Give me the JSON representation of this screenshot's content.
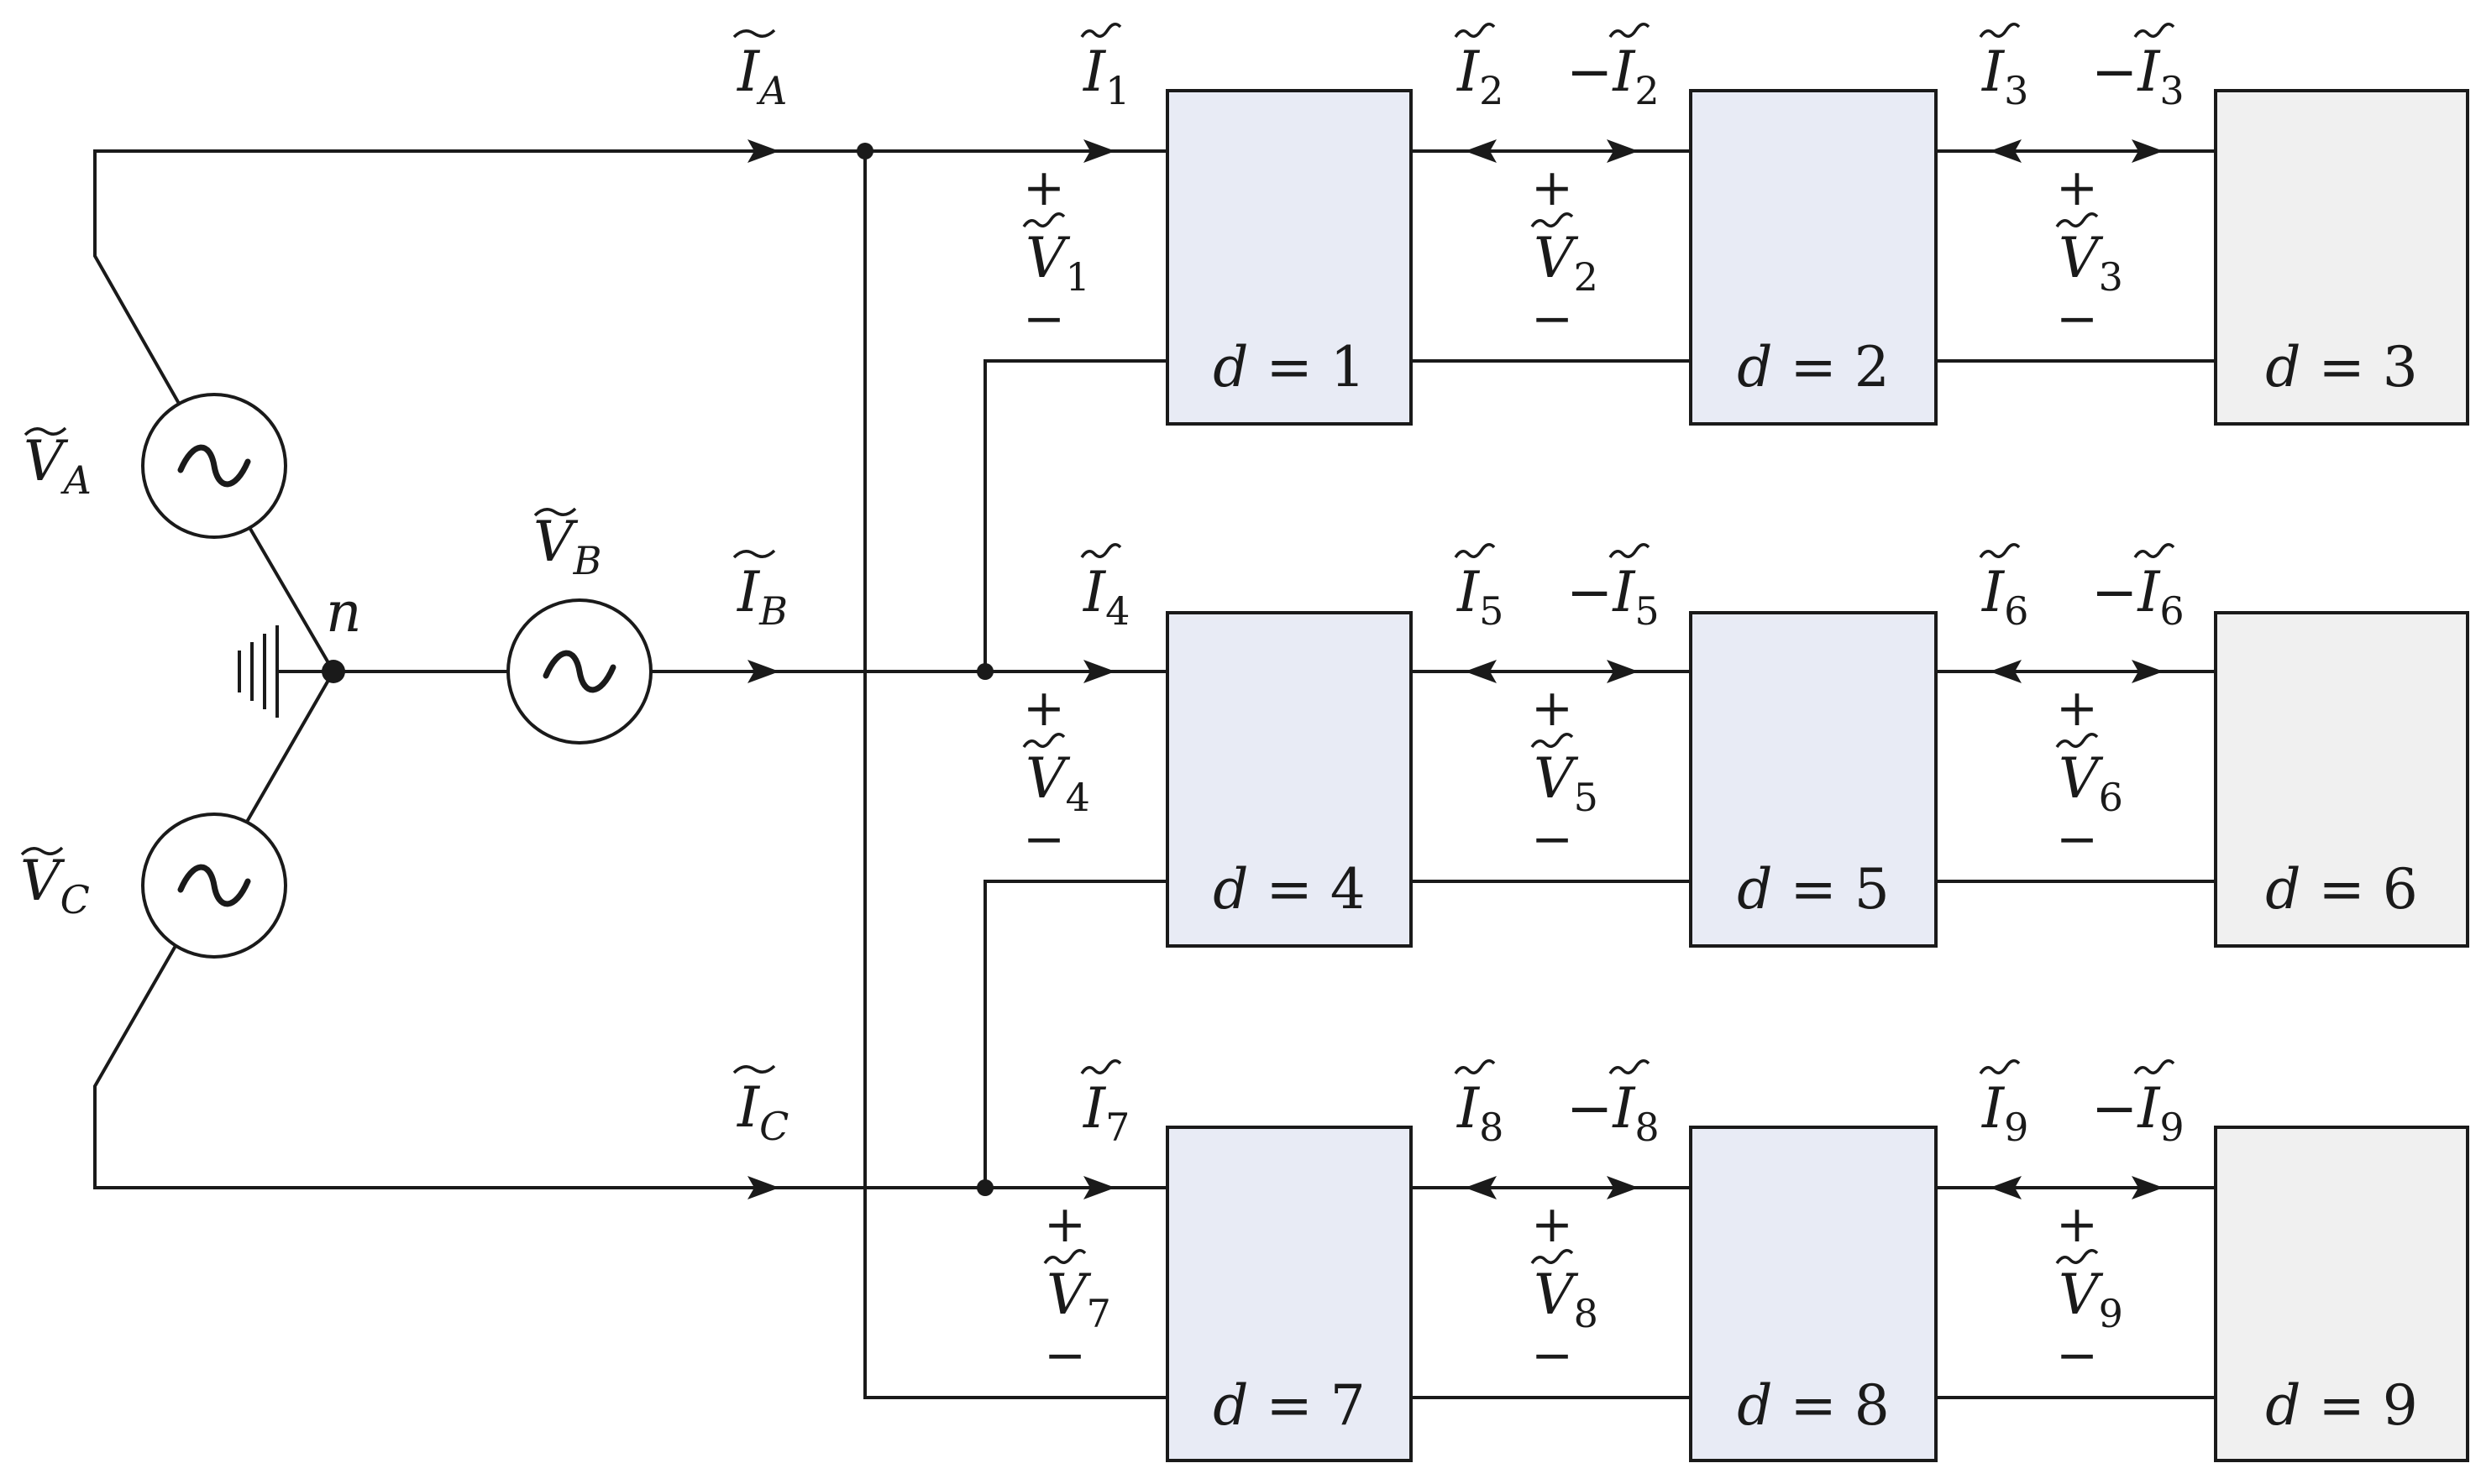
{
  "sources": {
    "a": {
      "symbol": "V",
      "subscript": "A",
      "icon": "ac-source-icon"
    },
    "b": {
      "symbol": "V",
      "subscript": "B",
      "icon": "ac-source-icon"
    },
    "c": {
      "symbol": "V",
      "subscript": "C",
      "icon": "ac-source-icon"
    }
  },
  "neutral": {
    "label": "n",
    "icon": "ground-icon"
  },
  "line_currents": {
    "a": {
      "symbol": "I",
      "subscript": "A"
    },
    "b": {
      "symbol": "I",
      "subscript": "B"
    },
    "c": {
      "symbol": "I",
      "subscript": "C"
    }
  },
  "ports": [
    {
      "index": "1",
      "plus": "+",
      "minus": "−"
    },
    {
      "index": "2",
      "plus": "+",
      "minus": "−"
    },
    {
      "index": "3",
      "plus": "+",
      "minus": "−"
    },
    {
      "index": "4",
      "plus": "+",
      "minus": "−"
    },
    {
      "index": "5",
      "plus": "+",
      "minus": "−"
    },
    {
      "index": "6",
      "plus": "+",
      "minus": "−"
    },
    {
      "index": "7",
      "plus": "+",
      "minus": "−"
    },
    {
      "index": "8",
      "plus": "+",
      "minus": "−"
    },
    {
      "index": "9",
      "plus": "+",
      "minus": "−"
    }
  ],
  "current_symbol": "I",
  "voltage_symbol": "V",
  "negative_prefix": "−",
  "blocks": [
    {
      "var": "d",
      "eq": " = ",
      "value": "1"
    },
    {
      "var": "d",
      "eq": " = ",
      "value": "2"
    },
    {
      "var": "d",
      "eq": " = ",
      "value": "3"
    },
    {
      "var": "d",
      "eq": " = ",
      "value": "4"
    },
    {
      "var": "d",
      "eq": " = ",
      "value": "5"
    },
    {
      "var": "d",
      "eq": " = ",
      "value": "6"
    },
    {
      "var": "d",
      "eq": " = ",
      "value": "7"
    },
    {
      "var": "d",
      "eq": " = ",
      "value": "8"
    },
    {
      "var": "d",
      "eq": " = ",
      "value": "9"
    }
  ],
  "colors": {
    "line": "#1a1a1a",
    "block_fill": "#e8ebf5",
    "end_block_fill": "#f0f0f0"
  }
}
